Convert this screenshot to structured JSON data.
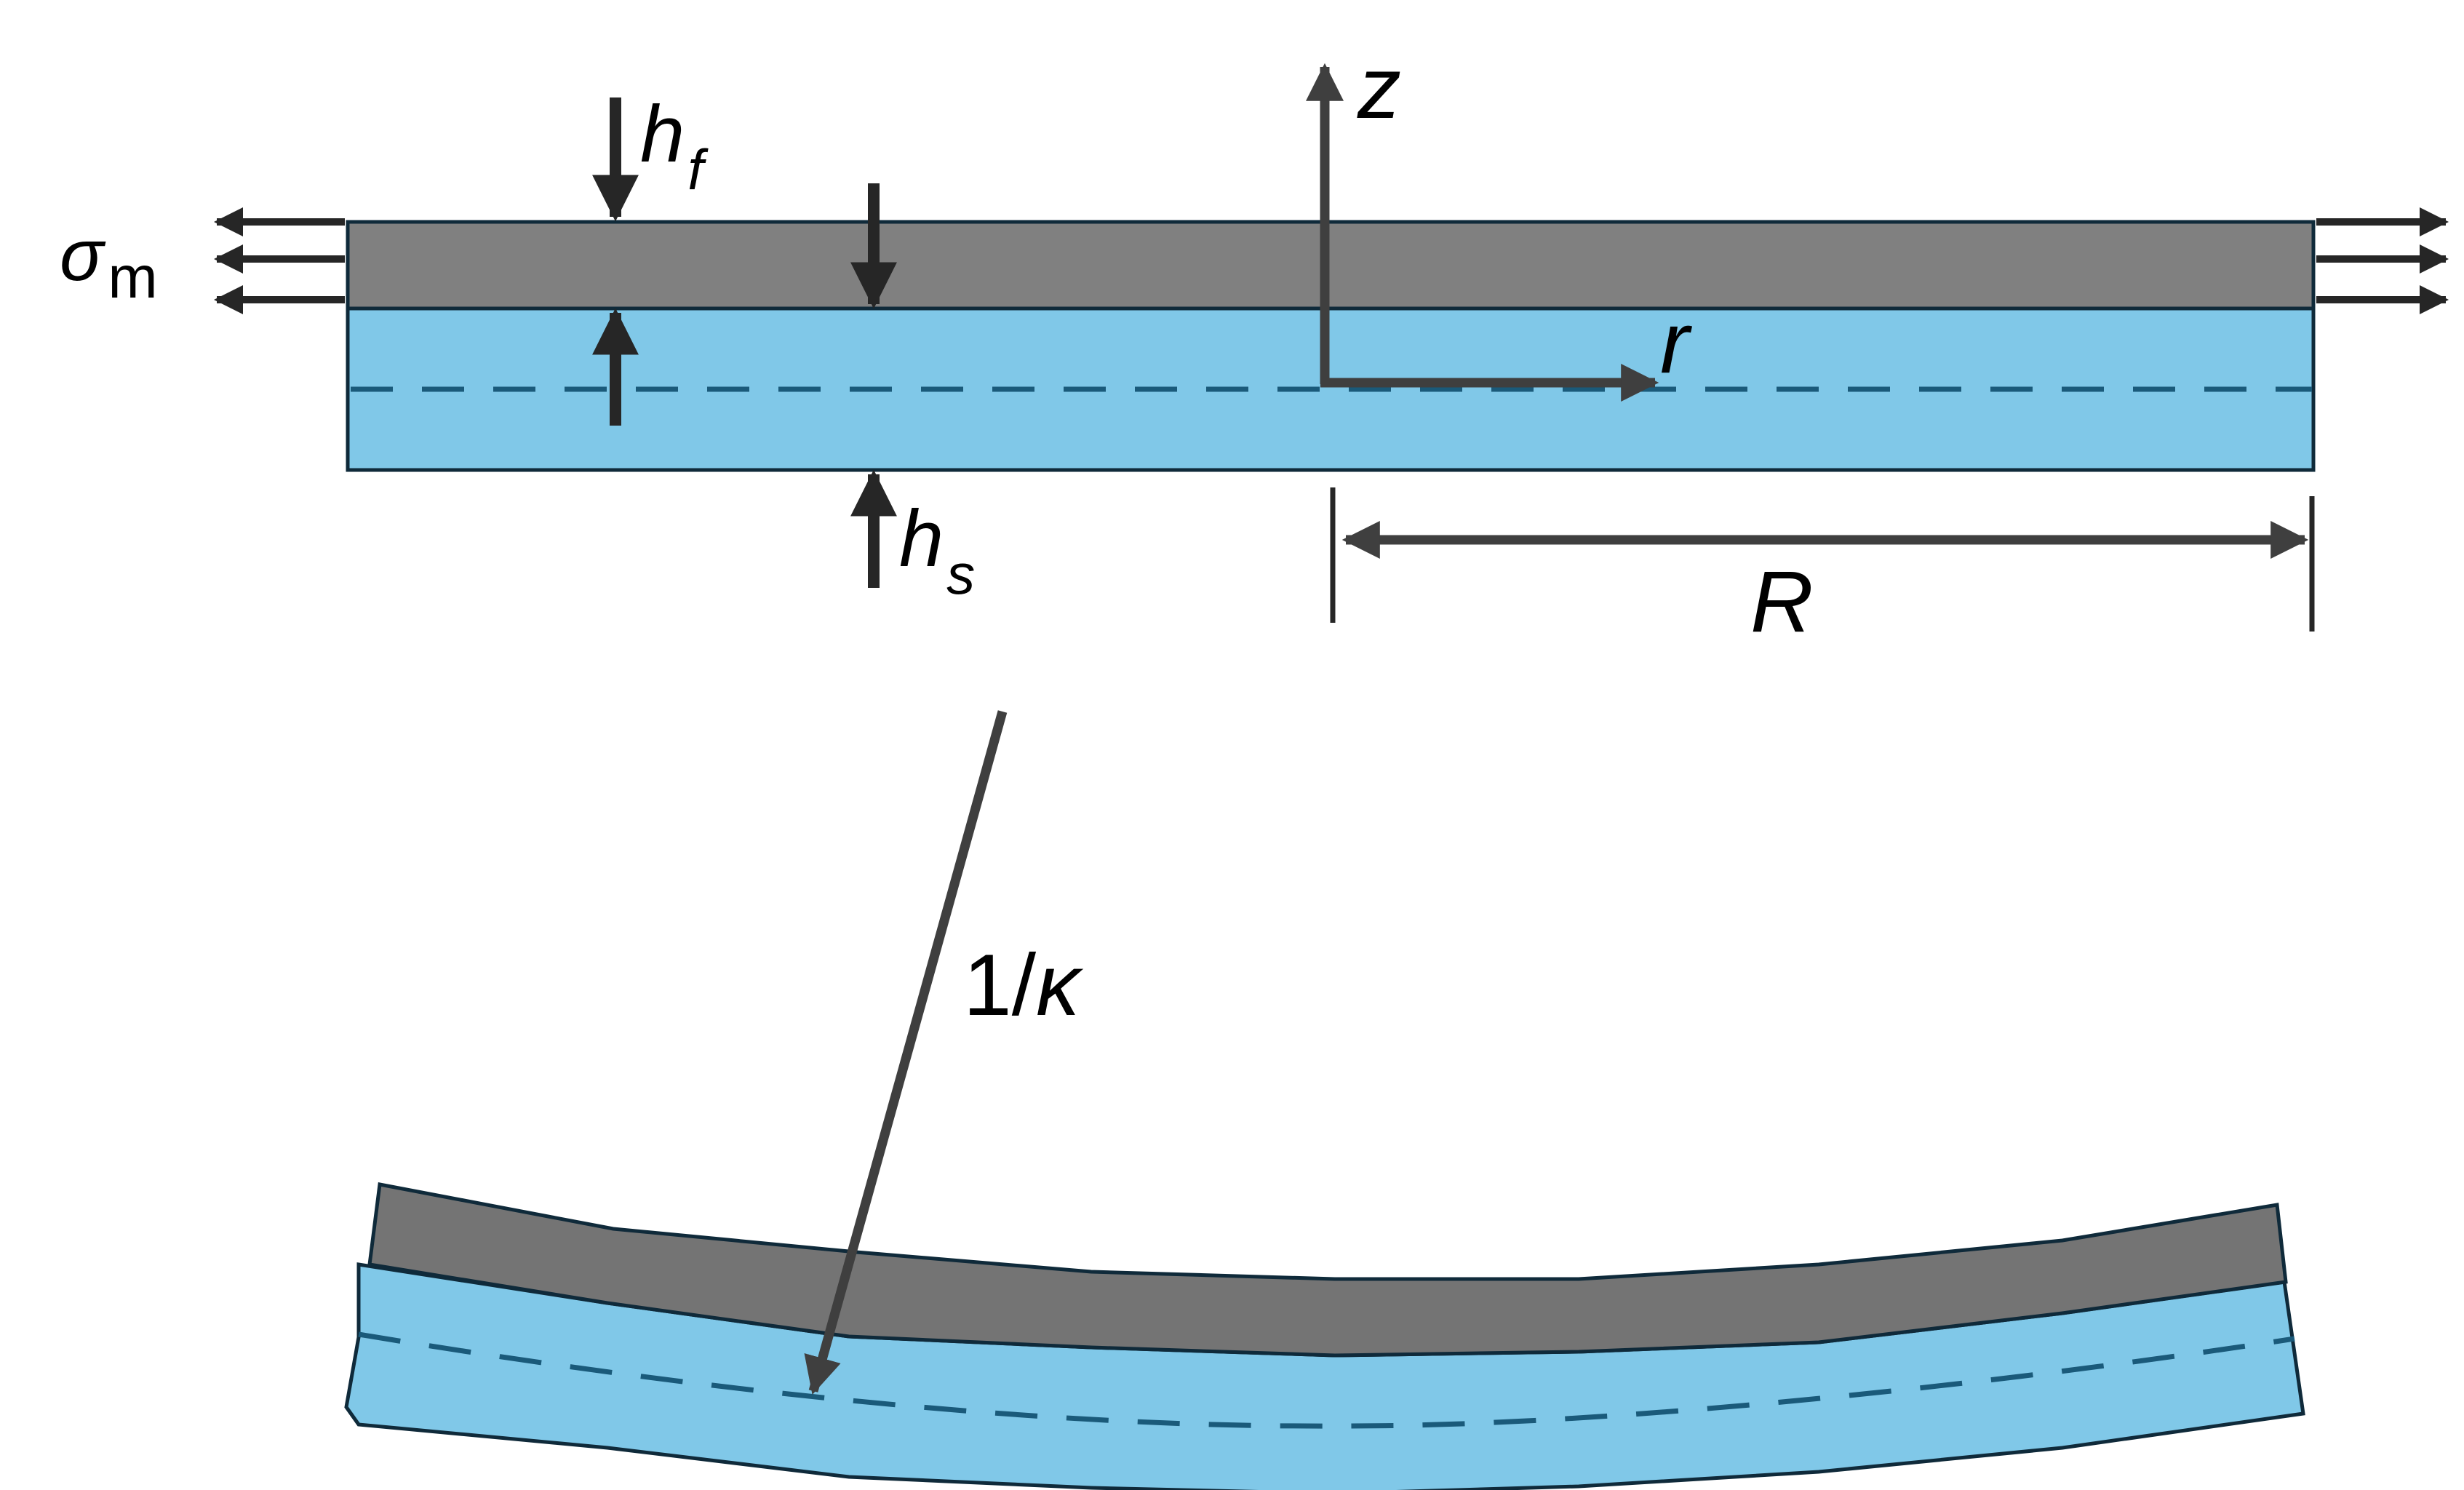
{
  "labels": {
    "sigma_symbol": "σ",
    "sigma_subscript": "m",
    "hf_main": "h",
    "hf_subscript": "f",
    "hs_main": "h",
    "hs_subscript": "s",
    "z_axis": "z",
    "r_axis": "r",
    "radius": "R",
    "curvature_prefix": "1/",
    "curvature_symbol": "κ"
  },
  "colors": {
    "film": "#808080",
    "film_bent": "#747474",
    "substrate": "#80c8e8",
    "midplane_dash": "#1a5a7a",
    "outline": "#0f2a3a",
    "arrow": "#262626",
    "axis_arrow": "#3f3f3f"
  }
}
